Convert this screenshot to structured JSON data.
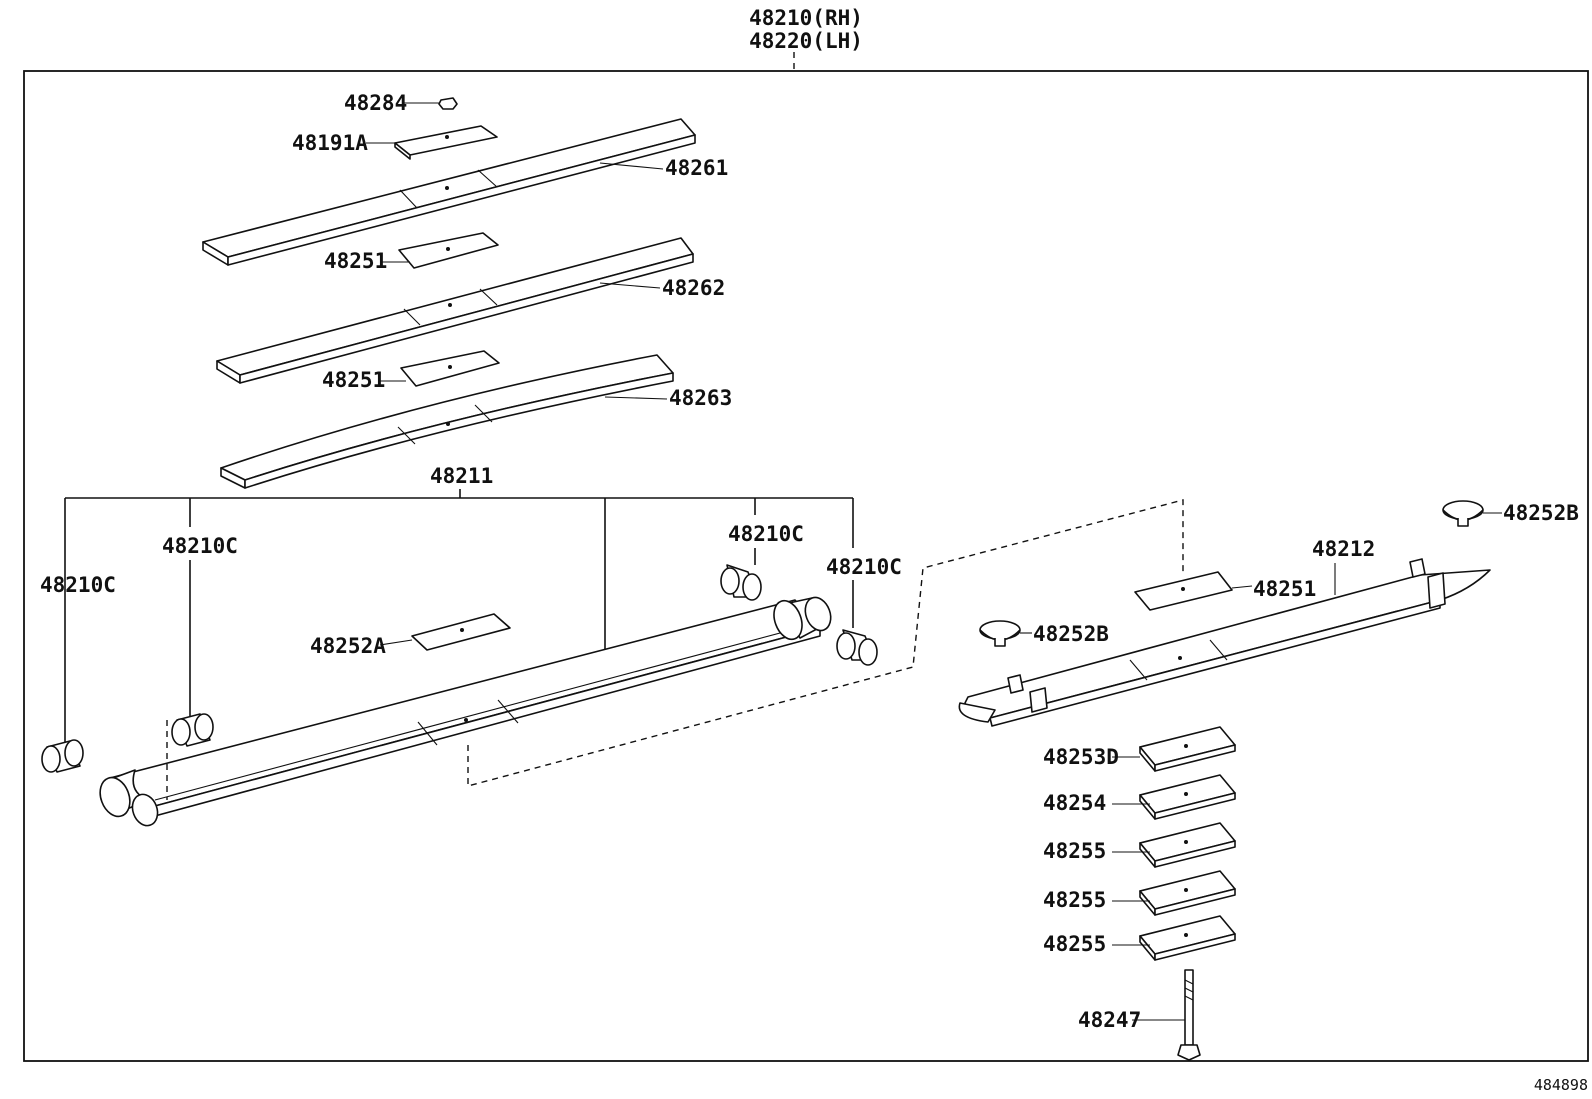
{
  "diagram": {
    "assembly_label_rh": "48210(RH)",
    "assembly_label_lh": "48220(LH)",
    "labels": {
      "p48284": "48284",
      "p48191A": "48191A",
      "p48261": "48261",
      "p48251_a": "48251",
      "p48262": "48262",
      "p48251_b": "48251",
      "p48263": "48263",
      "p48211": "48211",
      "p48210C_a": "48210C",
      "p48210C_b": "48210C",
      "p48210C_c": "48210C",
      "p48210C_d": "48210C",
      "p48252A": "48252A",
      "p48212": "48212",
      "p48251_c": "48251",
      "p48252B_a": "48252B",
      "p48252B_b": "48252B",
      "p48253D": "48253D",
      "p48254": "48254",
      "p48255_a": "48255",
      "p48255_b": "48255",
      "p48255_c": "48255",
      "p48247": "48247"
    },
    "figure_number": "484898"
  }
}
